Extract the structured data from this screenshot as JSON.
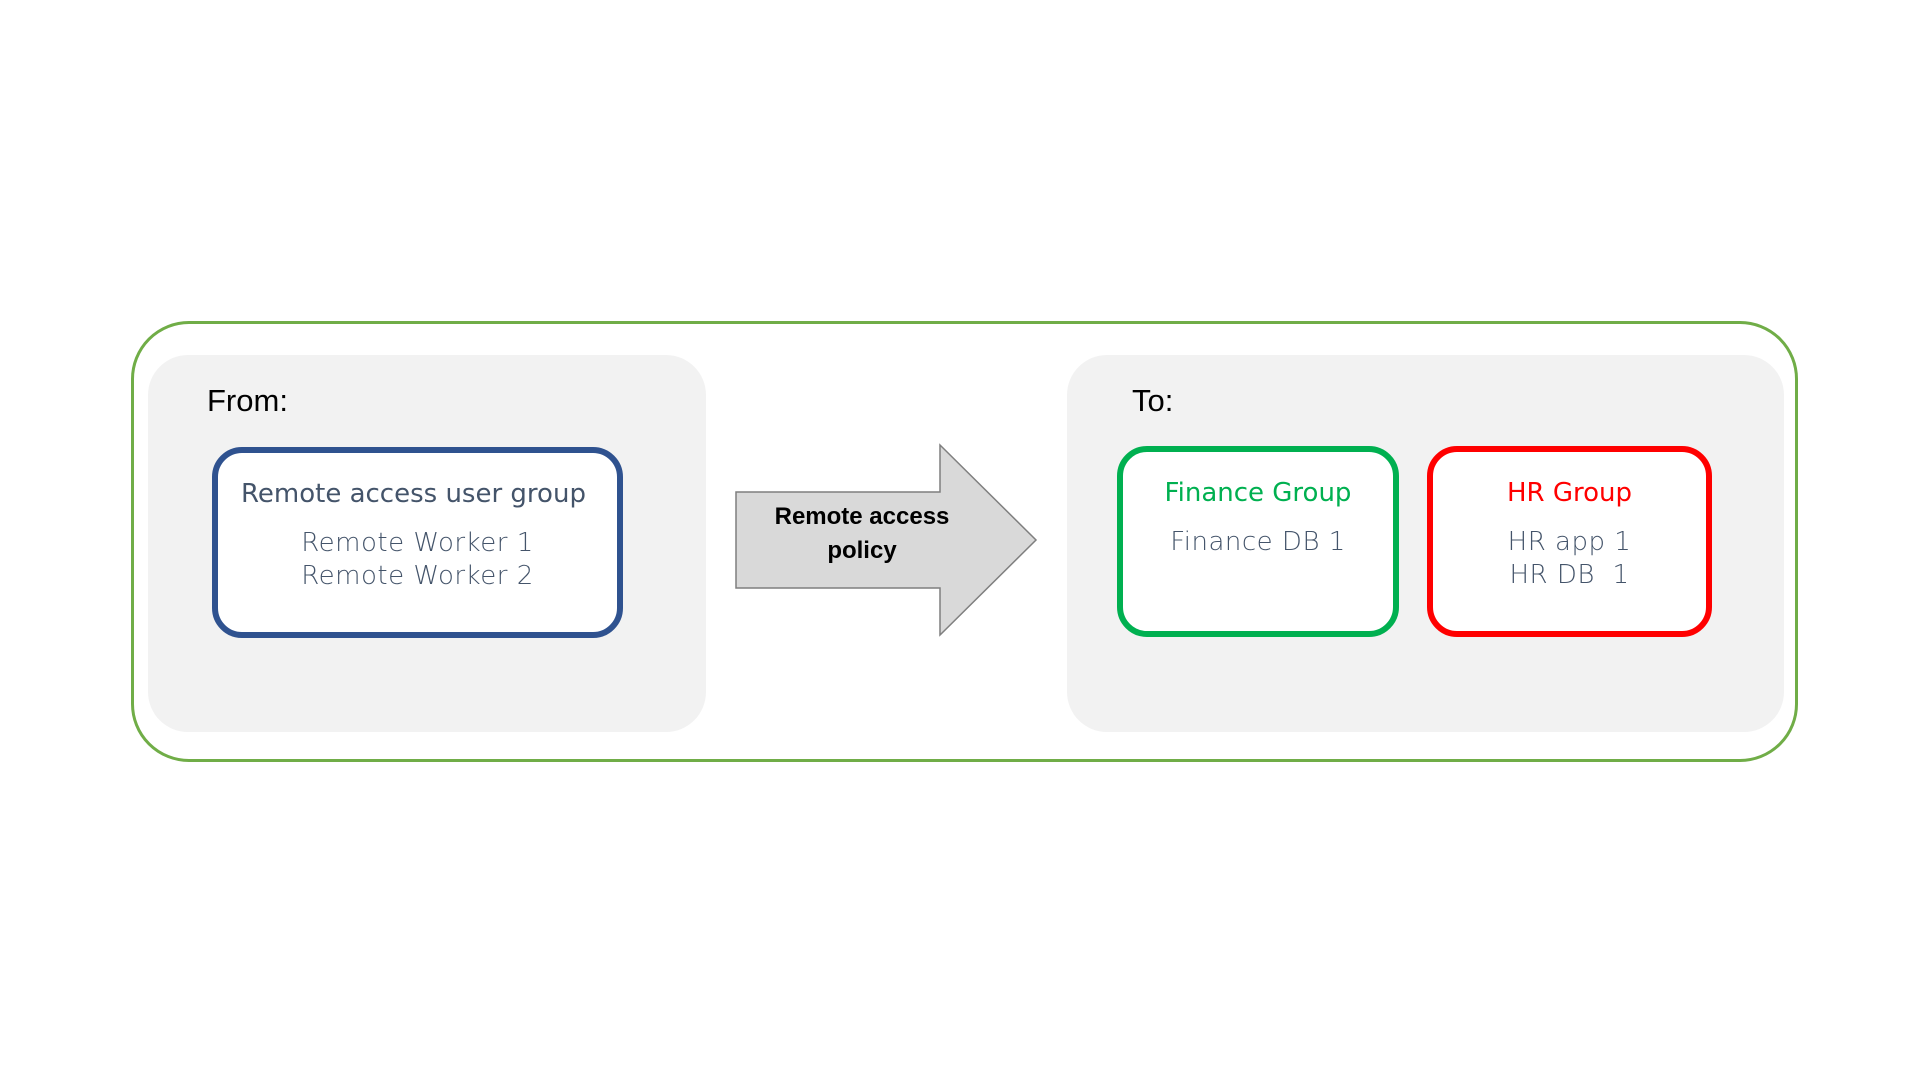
{
  "diagram": {
    "from_panel": {
      "label": "From:",
      "group": {
        "title": "Remote access user group",
        "items": [
          "Remote Worker 1",
          "Remote Worker 2"
        ],
        "color": "#2f528f"
      }
    },
    "arrow": {
      "label_line1": "Remote access",
      "label_line2": "policy"
    },
    "to_panel": {
      "label": "To:",
      "groups": [
        {
          "title": "Finance Group",
          "items": [
            "Finance DB 1"
          ],
          "color": "#00b050"
        },
        {
          "title": "HR Group",
          "items": [
            "HR app 1",
            "HR DB  1"
          ],
          "color": "#ff0000"
        }
      ]
    },
    "outer_border_color": "#70ad47"
  }
}
